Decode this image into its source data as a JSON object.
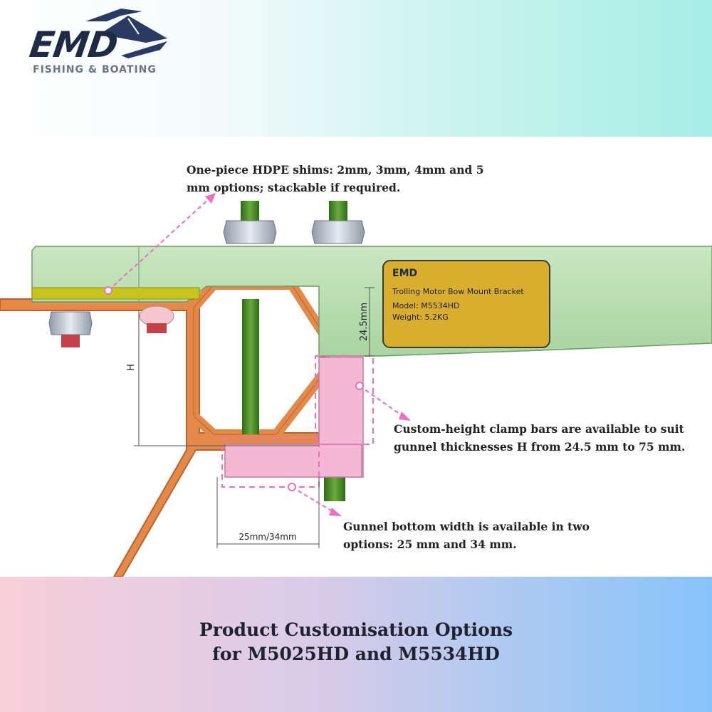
{
  "brand": {
    "logo_text": "EMD",
    "logo_subtitle": "FISHING & BOATING",
    "colors": {
      "navy": "#1f2a44",
      "gray": "#6b7585"
    }
  },
  "diagram": {
    "plate": {
      "brand": "EMD",
      "title": "Trolling Motor Bow Mount Bracket",
      "model": "Model:  M5534HD",
      "weight": "Weight: 5.2KG"
    },
    "dimensions": {
      "clamp_height": "24.5mm",
      "gunnel_height_label": "H",
      "bottom_width": "25mm/34mm"
    },
    "colors": {
      "bracket": "#b7dcb0",
      "shim": "#c8c41e",
      "gunnel": "#e38a4b",
      "clamp_bar": "#f4b7d4",
      "bolt": "#4c8b2c",
      "plate": "#d9ae2f",
      "callout_arrow": "#ee6fbf"
    }
  },
  "callouts": {
    "shims": "One-piece HDPE shims: 2mm, 3mm, 4mm and 5 mm options; stackable if required.",
    "clamp_bars": "Custom-height clamp bars are available to suit gunnel thicknesses H from 24.5 mm to 75 mm.",
    "bottom_width": "Gunnel bottom width is available in two options: 25 mm and 34 mm."
  },
  "footer": {
    "title_line1": "Product Customisation Options",
    "title_line2": "for M5025HD and M5534HD"
  }
}
